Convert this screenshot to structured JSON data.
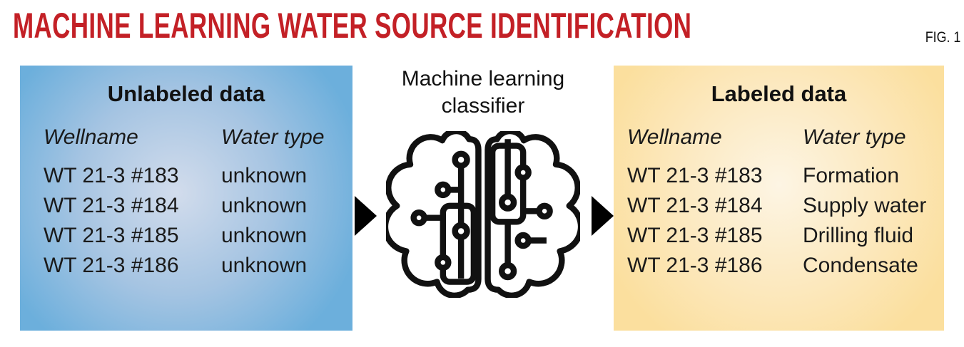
{
  "figure": {
    "title": "MACHINE LEARNING WATER SOURCE IDENTIFICATION",
    "fig_label": "FIG. 1",
    "title_color": "#c32026"
  },
  "unlabeled_panel": {
    "title": "Unlabeled data",
    "columns": {
      "wellname": "Wellname",
      "water_type": "Water type"
    },
    "rows": [
      {
        "wellname": "WT 21-3 #183",
        "water_type": "unknown"
      },
      {
        "wellname": "WT 21-3 #184",
        "water_type": "unknown"
      },
      {
        "wellname": "WT 21-3 #185",
        "water_type": "unknown"
      },
      {
        "wellname": "WT 21-3 #186",
        "water_type": "unknown"
      }
    ],
    "colors": {
      "edge": "#6cafdc",
      "center": "#d2dcec"
    }
  },
  "classifier": {
    "label_line1": "Machine learning",
    "label_line2": "classifier",
    "icon": "brain-circuit-icon",
    "arrow_color": "#000000"
  },
  "labeled_panel": {
    "title": "Labeled data",
    "columns": {
      "wellname": "Wellname",
      "water_type": "Water type"
    },
    "rows": [
      {
        "wellname": "WT 21-3 #183",
        "water_type": "Formation"
      },
      {
        "wellname": "WT 21-3 #184",
        "water_type": "Supply water"
      },
      {
        "wellname": "WT 21-3 #185",
        "water_type": "Drilling fluid"
      },
      {
        "wellname": "WT 21-3 #186",
        "water_type": "Condensate"
      }
    ],
    "colors": {
      "edge": "#fbdf9e",
      "center": "#fdf5e4"
    }
  }
}
